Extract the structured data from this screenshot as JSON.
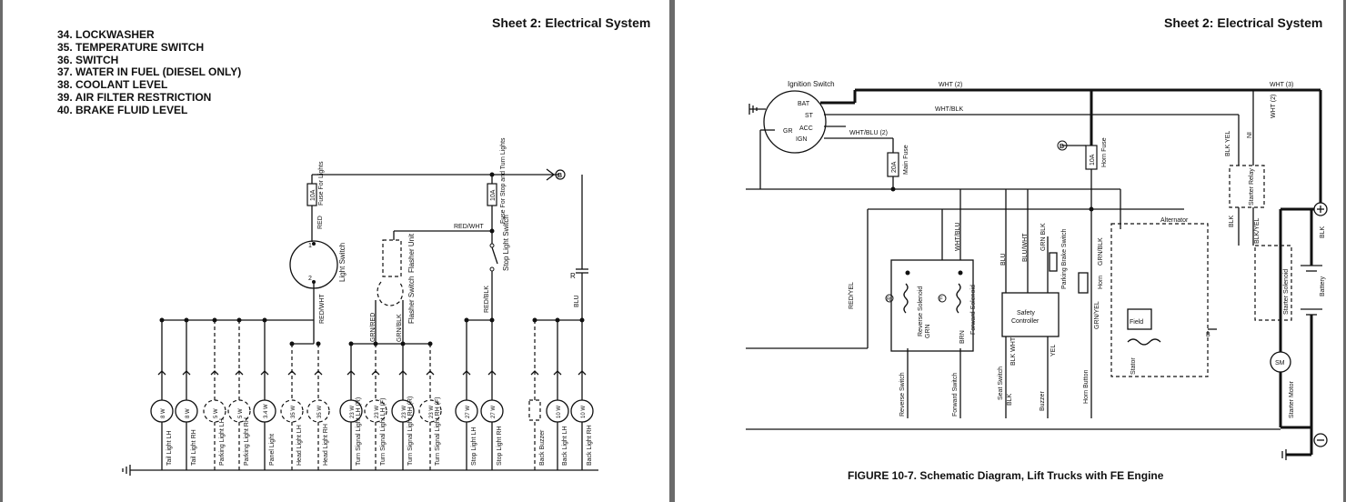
{
  "left_page": {
    "sheet_title": "Sheet 2: Electrical System",
    "legend": [
      "34. LOCKWASHER",
      "35. TEMPERATURE SWITCH",
      "36. SWITCH",
      "37. WATER IN FUEL (DIESEL ONLY)",
      "38. COOLANT LEVEL",
      "39. AIR FILTER RESTRICTION",
      "40. BRAKE FLUID LEVEL"
    ],
    "terminal_b": "B",
    "fuse_lights": {
      "rating": "10A",
      "label": "Fuse For Lights"
    },
    "fuse_stop": {
      "rating": "10A",
      "label": "Fuse For Stop and Turn Lights"
    },
    "wire_labels": {
      "red": "RED",
      "red_wht": "RED/WHT",
      "red_wht_top": "RED/WHT",
      "red_blk": "RED/BLK",
      "grn_red": "GRN/RED",
      "grn_blk": "GRN/BLK",
      "blu": "BLU"
    },
    "switch_labels": {
      "light_switch": "Light Switch",
      "stop_light_switch": "Stop Light Switch",
      "flasher_unit": "Flasher Unit",
      "flasher_switch": "Flasher Switch",
      "terminal_1": "1",
      "terminal_2": "2",
      "capacitor": "R"
    },
    "lamps": [
      {
        "watt": "8 W",
        "label": "Tail Light LH",
        "dashed": false
      },
      {
        "watt": "8 W",
        "label": "Tail Light RH",
        "dashed": false
      },
      {
        "watt": "5 W",
        "label": "Parking Light LH",
        "dashed": true
      },
      {
        "watt": "5 W",
        "label": "Parking Light RH",
        "dashed": true
      },
      {
        "watt": "3.4 W",
        "label": "Panel Light",
        "dashed": false
      },
      {
        "watt": "35 W",
        "label": "Head Light LH",
        "dashed": true
      },
      {
        "watt": "35 W",
        "label": "Head Light RH",
        "dashed": true
      },
      {
        "watt": "23 W",
        "label": "Turn Signal Light LH (R)",
        "dashed": false
      },
      {
        "watt": "23 W",
        "label": "Turn Signal Light LH (F)",
        "dashed": true
      },
      {
        "watt": "23 W",
        "label": "Turn Signal Light RH (R)",
        "dashed": false
      },
      {
        "watt": "23 W",
        "label": "Turn Signal Light RH (F)",
        "dashed": true
      },
      {
        "watt": "27 W",
        "label": "Stop Light LH",
        "dashed": false
      },
      {
        "watt": "27 W",
        "label": "Stop Light RH",
        "dashed": false
      },
      {
        "watt": "",
        "label": "Back Buzzer",
        "dashed": true
      },
      {
        "watt": "10 W",
        "label": "Back Light LH",
        "dashed": false
      },
      {
        "watt": "10 W",
        "label": "Back Light RH",
        "dashed": false
      }
    ]
  },
  "right_page": {
    "sheet_title": "Sheet 2: Electrical System",
    "caption": "FIGURE 10-7.    Schematic Diagram, Lift Trucks with FE Engine",
    "ignition": {
      "title": "Ignition Switch",
      "bat": "BAT",
      "st": "ST",
      "acc": "ACC",
      "ign": "IGN",
      "gr": "GR"
    },
    "wire_labels": {
      "wht2": "WHT (2)",
      "wht3": "WHT (3)",
      "wht_blk": "WHT/BLK",
      "wht_blu2": "WHT/BLU (2)",
      "wht2_vert": "WHT (2)",
      "red_yel": "RED/YEL",
      "wht_blu": "WHT/BLU",
      "blu": "BLU",
      "blu_wht": "BLU/WHT",
      "grn_blk": "GRN BLK",
      "grn_blk2": "GRN/BLK",
      "grn_yel": "GRN/YEL",
      "blk_yel": "BLK YEL",
      "blk_yel2": "BLK/YEL",
      "blk": "BLK",
      "blk2": "BLK",
      "ni": "NI",
      "grn": "GRN",
      "brn": "BRN",
      "blk_wht": "BLK WHT",
      "yel": "YEL",
      "blk3": "BLK",
      "b_term": "B"
    },
    "main_fuse": {
      "rating": "20A",
      "label": "Main Fuse"
    },
    "horn_fuse": {
      "rating": "10A",
      "label": "Horn Fuse"
    },
    "terminal_b": "B",
    "components": {
      "alternator": "Alternator",
      "field": "Field",
      "stator": "Stator",
      "starter_relay": "Starter Relay",
      "starter_solenoid": "Starter Solenoid",
      "starter_motor": "Starter Motor",
      "sm": "SM",
      "battery": "Battery",
      "reverse_solenoid": "Reverse Solenoid",
      "forward_solenoid": "Forward Solenoid",
      "safety_controller": "Safety Controller",
      "parking_brake_switch": "Parking Brake Switch",
      "horn": "Horn",
      "reverse_switch": "Reverse Switch",
      "forward_switch": "Forward Switch",
      "seat_switch": "Seat Switch",
      "buzzer": "Buzzer",
      "horn_button": "Horn Button",
      "r": "R",
      "f": "F"
    }
  }
}
